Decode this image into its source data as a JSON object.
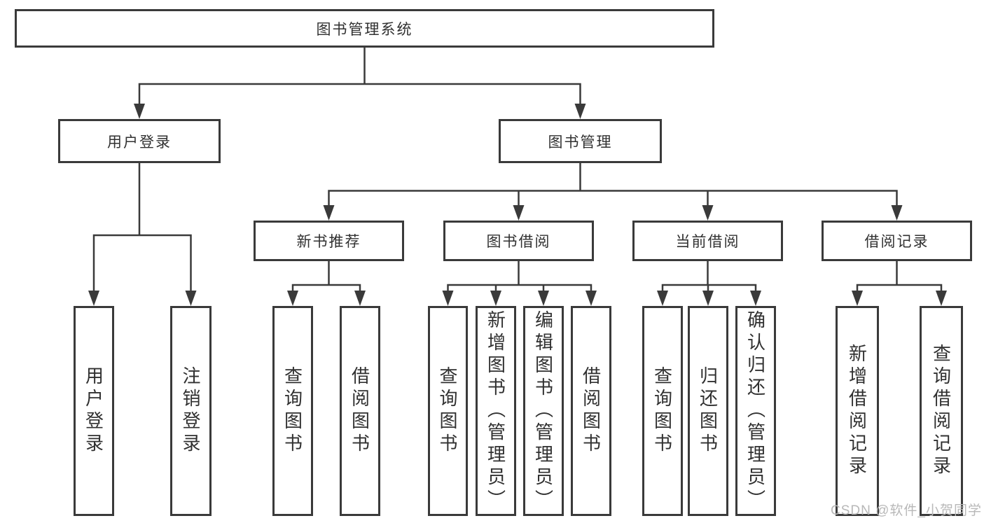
{
  "colors": {
    "line": "#3a3a3a",
    "text": "#303030",
    "background": "#ffffff",
    "watermark": "#b8b8b8"
  },
  "watermark": "CSDN @软件_小贺同学",
  "tree": {
    "root": "图书管理系统",
    "branches": [
      {
        "label": "用户登录",
        "leaves": [
          "用户登录",
          "注销登录"
        ]
      },
      {
        "label": "图书管理",
        "groups": [
          {
            "label": "新书推荐",
            "leaves": [
              "查询图书",
              "借阅图书"
            ]
          },
          {
            "label": "图书借阅",
            "leaves": [
              "查询图书",
              "新增图书（管理员）",
              "编辑图书（管理员）",
              "借阅图书"
            ]
          },
          {
            "label": "当前借阅",
            "leaves": [
              "查询图书",
              "归还图书",
              "确认归还（管理员）"
            ]
          },
          {
            "label": "借阅记录",
            "leaves": [
              "新增借阅记录",
              "查询借阅记录"
            ]
          }
        ]
      }
    ]
  }
}
